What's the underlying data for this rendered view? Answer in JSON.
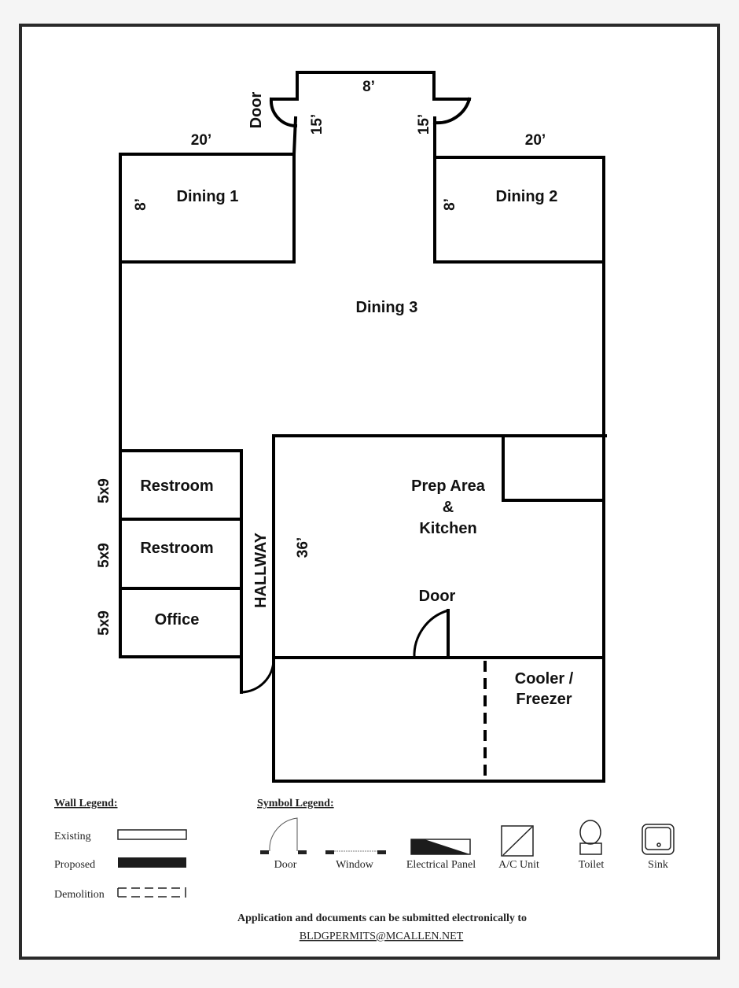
{
  "floor_plan": {
    "rooms": {
      "dining_1": "Dining 1",
      "dining_2": "Dining 2",
      "dining_3": "Dining 3",
      "restroom_1": "Restroom",
      "restroom_2": "Restroom",
      "office": "Office",
      "hallway": "HALLWAY",
      "kitchen_line1": "Prep Area",
      "kitchen_line2": "&",
      "kitchen_line3": "Kitchen",
      "cooler_line1": "Cooler /",
      "cooler_line2": "Freezer"
    },
    "labels": {
      "entry_door": "Door",
      "kitchen_door": "Door"
    },
    "dimensions": {
      "entry_width": "8’",
      "entry_left_depth": "15’",
      "entry_right_depth": "15’",
      "dining_1_width": "20’",
      "dining_2_width": "20’",
      "dining_1_depth": "8’",
      "dining_2_depth": "8’",
      "restroom_1_size": "5x9",
      "restroom_2_size": "5x9",
      "office_size": "5x9",
      "kitchen_length": "36’"
    }
  },
  "wall_legend": {
    "title": "Wall Legend:",
    "items": [
      {
        "label": "Existing",
        "style": "outline"
      },
      {
        "label": "Proposed",
        "style": "solid"
      },
      {
        "label": "Demolition",
        "style": "dashed"
      }
    ]
  },
  "symbol_legend": {
    "title": "Symbol Legend:",
    "items": [
      {
        "label": "Door",
        "icon": "door-icon"
      },
      {
        "label": "Window",
        "icon": "window-icon"
      },
      {
        "label": "Electrical Panel",
        "icon": "electrical-panel-icon"
      },
      {
        "label": "A/C Unit",
        "icon": "ac-unit-icon"
      },
      {
        "label": "Toilet",
        "icon": "toilet-icon"
      },
      {
        "label": "Sink",
        "icon": "sink-icon"
      }
    ]
  },
  "footer": {
    "note": "Application and documents can be submitted electronically to",
    "email": "BLDGPERMITS@MCALLEN.NET"
  },
  "colors": {
    "wall": "#000000",
    "frame": "#2a2a2a",
    "background": "#ffffff"
  }
}
